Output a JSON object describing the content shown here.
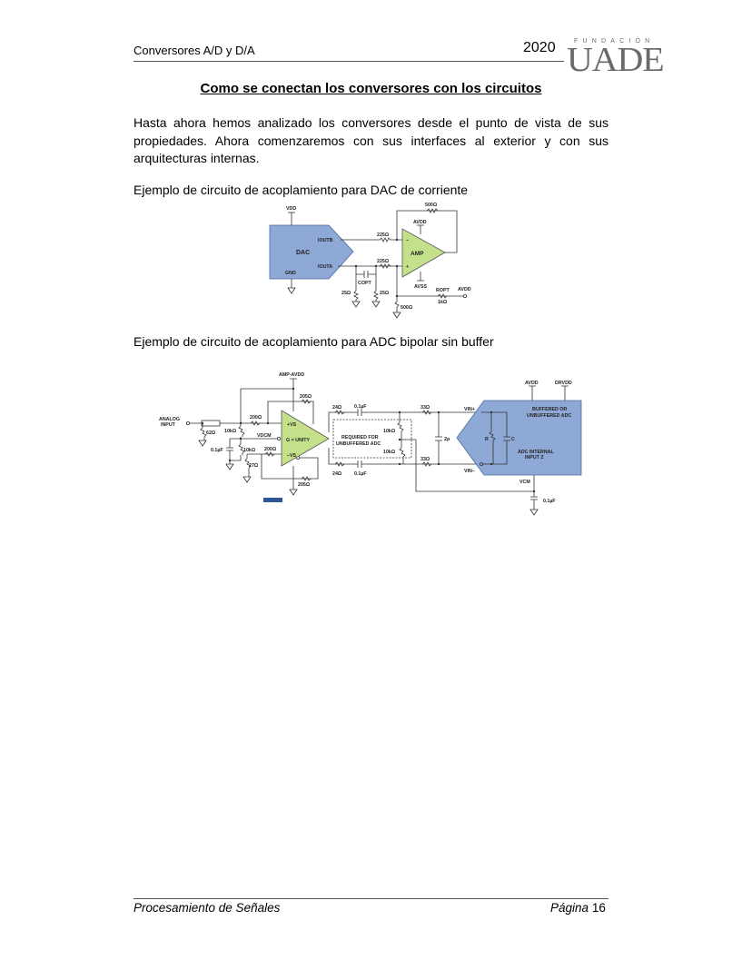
{
  "header": {
    "left": "Conversores A/D y D/A",
    "year": "2020",
    "logo_top": "FUNDACIÓN",
    "logo_main": "UADE"
  },
  "title": "Como se conectan los conversores con los circuitos",
  "paragraph": "Hasta ahora hemos analizado los conversores desde el punto de vista de sus propiedades. Ahora comenzaremos con sus interfaces al exterior y con sus arquitecturas internas.",
  "caption1": "Ejemplo de circuito de acoplamiento para DAC de corriente",
  "caption2": "Ejemplo de circuito de acoplamiento para ADC bipolar sin buffer",
  "colors": {
    "block_blue": "#8fa9d6",
    "amp_green": "#c5e08a",
    "marker_blue": "#2f5597"
  },
  "circuit1": {
    "vdd": "VDD",
    "dac": "DAC",
    "ioutb": "IOUTB",
    "iouta": "IOUTA",
    "gnd": "GND",
    "r_top": "225Ω",
    "r_bot": "225Ω",
    "r_fb": "500Ω",
    "avdd": "AVDD",
    "avss": "AVSS",
    "amp": "AMP",
    "copt": "COPT",
    "r25a": "25Ω",
    "r25b": "25Ω",
    "r500": "500Ω",
    "ropt": "ROPT",
    "r1k": "1kΩ",
    "avdd2": "AVDD"
  },
  "circuit2": {
    "amp_avdd": "AMP-AVDD",
    "analog1": "ANALOG",
    "analog2": "INPUT",
    "r62": "62Ω",
    "r10k_a": "10kΩ",
    "r10k_b": "10kΩ",
    "c01": "0.1µF",
    "r200_a": "200Ω",
    "r200_b": "200Ω",
    "r205_a": "205Ω",
    "r205_b": "205Ω",
    "r27": "27Ω",
    "vdcm": "VDCM",
    "plus_vs": "+VS",
    "minus_vs": "–VS",
    "gain": "G = UNITY",
    "r24_a": "24Ω",
    "r24_b": "24Ω",
    "c_top": "0.1µF",
    "c_bot": "0.1µF",
    "req1": "REQUIRED FOR",
    "req2": "UNBUFFERED ADC",
    "r10k_c": "10kΩ",
    "r10k_d": "10kΩ",
    "r33_a": "33Ω",
    "r33_b": "33Ω",
    "c2p": "2p",
    "vin_p": "VIN+",
    "vin_m": "VIN–",
    "avdd": "AVDD",
    "drvdd": "DRVDD",
    "adc1": "BUFFERED OR",
    "adc2": "UNBUFFERED ADC",
    "r": "R",
    "c": "C",
    "adc3": "ADC INTERNAL",
    "adc4": "INPUT Z",
    "vcm": "VCM",
    "c_vcm": "0.1µF"
  },
  "footer": {
    "left": "Procesamiento de Señales",
    "page_label": "Página",
    "page_number": "16"
  }
}
